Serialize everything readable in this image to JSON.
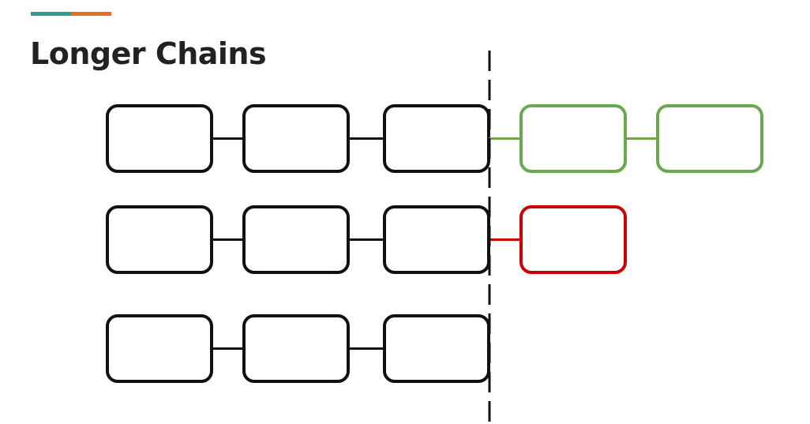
{
  "slide": {
    "title": "Longer Chains",
    "accent_colors": [
      "#2a9d8f",
      "#e76f24"
    ]
  },
  "diagram": {
    "colors": {
      "confirmed": "#111111",
      "accepted": "#6aa84f",
      "rejected": "#cc0000",
      "divider": "#111111"
    },
    "chains": [
      {
        "blocks": [
          "confirmed",
          "confirmed",
          "confirmed",
          "accepted",
          "accepted"
        ]
      },
      {
        "blocks": [
          "confirmed",
          "confirmed",
          "confirmed",
          "rejected"
        ]
      },
      {
        "blocks": [
          "confirmed",
          "confirmed",
          "confirmed"
        ]
      }
    ]
  }
}
